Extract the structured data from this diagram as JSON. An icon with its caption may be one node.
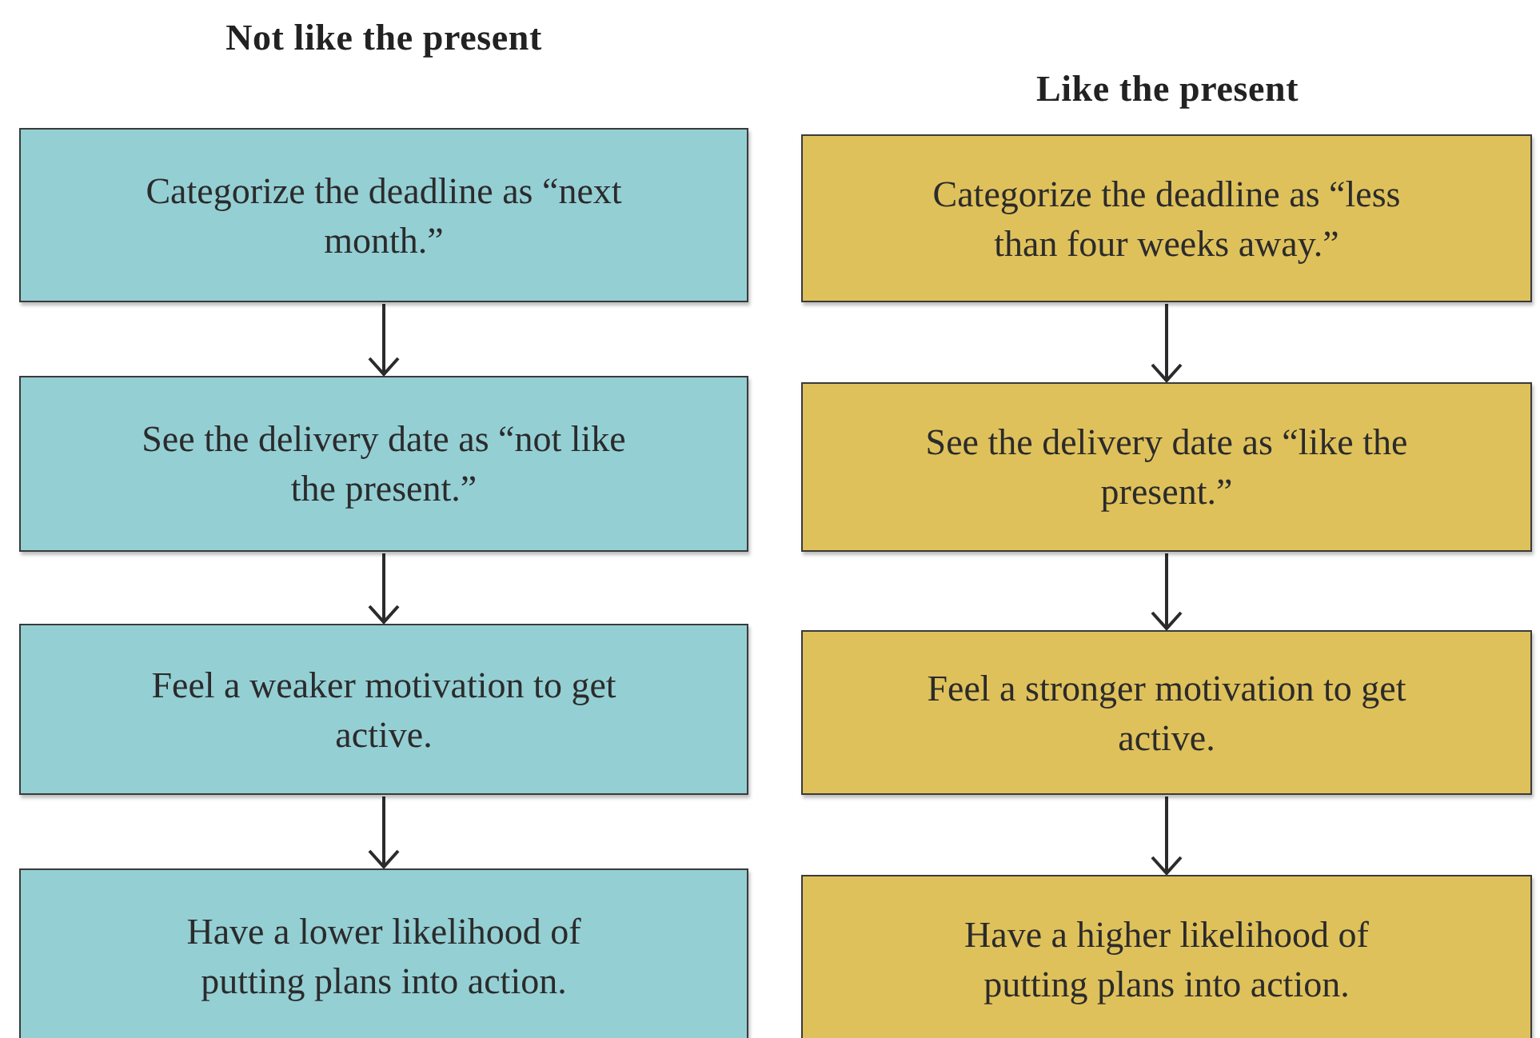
{
  "diagram": {
    "nodes": [
      {
        "text": [
          "Categorize the deadline as “next month.”"
        ]
      },
      {
        "text": [
          "See the delivery date as “not like the present.”"
        ]
      },
      {
        "text": [
          "Feel a weaker motivation to get active."
        ]
      },
      {
        "text": [
          "Have a lower likelihood of putting plans into action."
        ]
      },
      {
        "text": [
          "Categorize the deadline as “less than four weeks away.”"
        ]
      },
      {
        "text": [
          "See the delivery date as “like the present.”"
        ]
      },
      {
        "text": [
          "Feel a stronger motivation to get active."
        ]
      },
      {
        "text": [
          "Have a higher likelihood of putting plans into action."
        ]
      }
    ],
    "edges": [
      {
        "from": 0,
        "to": 1,
        "arrow": "to"
      },
      {
        "from": 1,
        "to": 2,
        "arrow": "to"
      },
      {
        "from": 2,
        "to": 3,
        "arrow": "to"
      },
      {
        "from": 4,
        "to": 5,
        "arrow": "to"
      },
      {
        "from": 5,
        "to": 6,
        "arrow": "to"
      },
      {
        "from": 6,
        "to": 7,
        "arrow": "to"
      }
    ],
    "labels": [
      "Not like the present",
      "Like the present"
    ]
  }
}
